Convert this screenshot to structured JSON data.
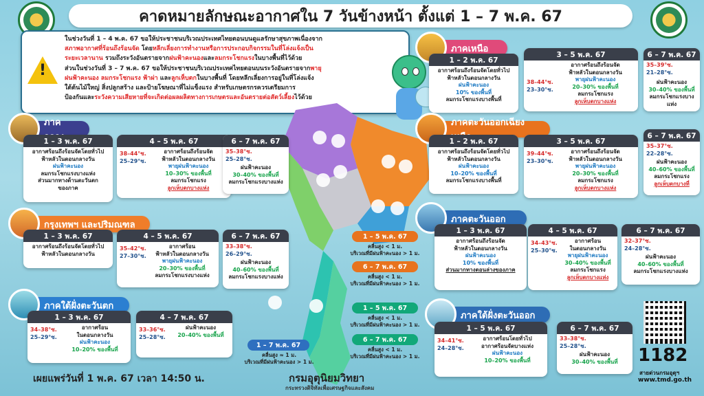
{
  "header": {
    "title": "คาดหมายลักษณะอากาศใน 7 วันข้างหน้า ตั้งแต่ 1 – 7 พ.ค. 67"
  },
  "warning": {
    "lines": [
      {
        "parts": [
          {
            "t": "ในช่วงวันที่ 1 – 4 พ.ค. 67 ขอให้ประชาชนบริเวณประเทศไทยตอนบนดูแลรักษาสุขภาพเนื่องจาก",
            "c": ""
          }
        ]
      },
      {
        "parts": [
          {
            "t": "สภาพอากาศที่ร้อนถึงร้อนจัด",
            "c": "red"
          },
          {
            "t": " โดย",
            "c": ""
          },
          {
            "t": "หลีกเลี่ยงการทำงานหรือการประกอบกิจกรรมในที่โล่งแจ้งเป็น",
            "c": "red"
          }
        ]
      },
      {
        "parts": [
          {
            "t": "ระยะเวลานาน",
            "c": "red"
          },
          {
            "t": " รวมถึงระวังอันตรายจาก",
            "c": ""
          },
          {
            "t": "ฝนฟ้าคะนอง",
            "c": "red"
          },
          {
            "t": "และ",
            "c": ""
          },
          {
            "t": "ลมกระโชกแรง",
            "c": "red"
          },
          {
            "t": "ในบางพื้นที่ไว้ด้วย",
            "c": ""
          }
        ]
      },
      {
        "parts": [
          {
            "t": "ส่วนในช่วงวันที่ 3 – 7 พ.ค. 67 ขอให้ประชาชนบริเวณประเทศไทยตอนบนระวังอันตรายจาก",
            "c": ""
          },
          {
            "t": "พายุ",
            "c": "red"
          }
        ]
      },
      {
        "parts": [
          {
            "t": "ฝนฟ้าคะนอง ลมกระโชกแรง ฟ้าผ่า",
            "c": "red"
          },
          {
            "t": " และ",
            "c": ""
          },
          {
            "t": "ลูกเห็บตก",
            "c": "red"
          },
          {
            "t": "ในบางพื้นที่ โดยหลีกเลี่ยงการอยู่ในที่โล่งแจ้ง",
            "c": ""
          }
        ]
      },
      {
        "parts": [
          {
            "t": "ใต้ต้นไม้ใหญ่ สิ่งปลูกสร้าง และป้ายโฆษณาที่ไม่แข็งแรง สำหรับเกษตรกรควรเตรียมการ",
            "c": ""
          }
        ]
      },
      {
        "parts": [
          {
            "t": "ป้องกันและ",
            "c": ""
          },
          {
            "t": "ระวังความเสียหายที่จะเกิดต่อผลผลิตทางการเกษตรและอันตรายต่อสัตว์เลี้ยง",
            "c": "red"
          },
          {
            "t": "ไว้ด้วย",
            "c": ""
          }
        ]
      }
    ]
  },
  "north": {
    "name": "ภาคเหนือ",
    "c1": {
      "period": "1 – 2 พ.ค. 67",
      "lines": [
        "อากาศร้อนถึงร้อนจัดโดยทั่วไป",
        "ฟ้าหลัวในตอนกลางวัน",
        "ฝนฟ้าคะนอง",
        "10% ของพื้นที่",
        "ลมกระโชกแรงบางพื้นที่"
      ]
    },
    "c2": {
      "period": "3 – 5 พ.ค. 67",
      "hot": "38–44°ซ.",
      "cold": "23–30°ซ.",
      "lines": [
        "อากาศร้อนถึงร้อนจัด",
        "ฟ้าหลัวในตอนกลางวัน",
        "พายุฝนฟ้าคะนอง",
        "20–30% ของพื้นที่",
        "ลมกระโชกแรง",
        "ลูกเห็บตกบางแห่ง"
      ]
    },
    "c3": {
      "period": "6 – 7 พ.ค. 67",
      "hot": "35–39°ซ.",
      "cold": "21–28°ซ.",
      "lines": [
        "ฝนฟ้าคะนอง",
        "30–40% ของพื้นที่",
        "ลมกระโชกแรงบางแห่ง"
      ]
    }
  },
  "northeast": {
    "name": "ภาคตะวันออกเฉียงเหนือ",
    "c1": {
      "period": "1 – 2 พ.ค. 67",
      "lines": [
        "อากาศร้อนถึงร้อนจัดโดยทั่วไป",
        "ฟ้าหลัวในตอนกลางวัน",
        "ฝนฟ้าคะนอง",
        "10–20% ของพื้นที่",
        "ลมกระโชกแรงบางพื้นที่"
      ]
    },
    "c2": {
      "period": "3 – 5 พ.ค. 67",
      "hot": "39–44°ซ.",
      "cold": "23–30°ซ.",
      "lines": [
        "อากาศร้อนถึงร้อนจัด",
        "ฟ้าหลัวในตอนกลางวัน",
        "พายุฝนฟ้าคะนอง",
        "20–30% ของพื้นที่",
        "ลมกระโชกแรง",
        "ลูกเห็บตกบางแห่ง"
      ]
    },
    "c3": {
      "period": "6 – 7 พ.ค. 67",
      "hot": "35–37°ซ.",
      "cold": "22–28°ซ.",
      "lines": [
        "ฝนฟ้าคะนอง",
        "40–60% ของพื้นที่",
        "ลมกระโชกแรง",
        "ลูกเห็บตกบางที่"
      ]
    }
  },
  "central": {
    "name": "ภาคกลาง",
    "c1": {
      "period": "1 – 3 พ.ค. 67",
      "lines": [
        "อากาศร้อนถึงร้อนจัดโดยทั่วไป",
        "ฟ้าหลัวในตอนกลางวัน",
        "ฝนฟ้าคะนอง",
        "ลมกระโชกแรงบางแห่ง",
        "ส่วนมากทางด้านตะวันตก",
        "ของภาค"
      ]
    },
    "c2": {
      "period": "4 – 5 พ.ค. 67",
      "hot": "38–44°ซ.",
      "cold": "25–29°ซ.",
      "lines": [
        "อากาศร้อนถึงร้อนจัด",
        "ฟ้าหลัวในตอนกลางวัน",
        "พายุฝนฟ้าคะนอง",
        "10–30% ของพื้นที่",
        "ลมกระโชกแรง",
        "ลูกเห็บตกบางแห่ง"
      ]
    },
    "c3": {
      "period": "6 – 7 พ.ค. 67",
      "hot": "35–38°ซ.",
      "cold": "25–28°ซ.",
      "lines": [
        "ฝนฟ้าคะนอง",
        "30–40% ของพื้นที่",
        "ลมกระโชกแรงบางแห่ง"
      ]
    }
  },
  "bangkok": {
    "name": "กรุงเทพฯ และปริมณฑล",
    "c1": {
      "period": "1 – 3 พ.ค. 67",
      "lines": [
        "อากาศร้อนถึงร้อนจัดโดยทั่วไป",
        "ฟ้าหลัวในตอนกลางวัน"
      ]
    },
    "c2": {
      "period": "4 – 5 พ.ค. 67",
      "hot": "35–42°ซ.",
      "cold": "27–30°ซ.",
      "lines": [
        "อากาศร้อน",
        "ฟ้าหลัวในตอนกลางวัน",
        "พายุฝนฟ้าคะนอง",
        "20–30% ของพื้นที่",
        "ลมกระโชกแรงบางแห่ง"
      ]
    },
    "c3": {
      "period": "6 – 7 พ.ค. 67",
      "hot": "33–38°ซ.",
      "cold": "26–29°ซ.",
      "lines": [
        "ฝนฟ้าคะนอง",
        "40–60% ของพื้นที่",
        "ลมกระโชกแรงบางแห่ง"
      ]
    }
  },
  "east": {
    "name": "ภาคตะวันออก",
    "c1": {
      "period": "1 – 3 พ.ค. 67",
      "lines": [
        "อากาศร้อนถึงร้อนจัด",
        "ฟ้าหลัวในตอนกลางวัน",
        "ฝนฟ้าคะนอง",
        "10% ของพื้นที่",
        "ส่วนมากทางตอนล่างของภาค"
      ]
    },
    "c2": {
      "period": "4 – 5 พ.ค. 67",
      "hot": "34–43°ซ.",
      "cold": "25–30°ซ.",
      "lines": [
        "อากาศร้อน",
        "ในตอนกลางวัน",
        "พายุฝนฟ้าคะนอง",
        "30–40% ของพื้นที่",
        "ลมกระโชกแรง",
        "ลูกเห็บตกบางแห่ง"
      ]
    },
    "c3": {
      "period": "6 – 7 พ.ค. 67",
      "hot": "32–37°ซ.",
      "cold": "24–28°ซ.",
      "lines": [
        "ฝนฟ้าคะนอง",
        "40–60% ของพื้นที่",
        "ลมกระโชกแรงบางแห่ง"
      ]
    }
  },
  "south_west": {
    "name": "ภาคใต้ฝั่งตะวันตก",
    "c1": {
      "period": "1 – 3 พ.ค. 67",
      "hot": "34–38°ซ.",
      "cold": "25–29°ซ.",
      "lines": [
        "อากาศร้อน",
        "ในตอนกลางวัน",
        "ฝนฟ้าคะนอง",
        "10–20% ของพื้นที่"
      ]
    },
    "c2": {
      "period": "4 – 7 พ.ค. 67",
      "hot": "33–36°ซ.",
      "cold": "25–28°ซ.",
      "lines": [
        "ฝนฟ้าคะนอง",
        "20–40% ของพื้นที่"
      ]
    }
  },
  "south_east": {
    "name": "ภาคใต้ฝั่งตะวันออก",
    "c1": {
      "period": "1 – 5 พ.ค. 67",
      "hot": "34–41°ซ.",
      "cold": "24–28°ซ.",
      "lines": [
        "อากาศร้อนโดยทั่วไป",
        "อากาศร้อนจัดบางแห่ง",
        "ฝนฟ้าคะนอง",
        "10–20% ของพื้นที่"
      ]
    },
    "c2": {
      "period": "6 – 7 พ.ค. 67",
      "hot": "33–38°ซ.",
      "cold": "25–28°ซ.",
      "lines": [
        "ฝนฟ้าคะนอง",
        "30–40% ของพื้นที่"
      ]
    }
  },
  "sea": {
    "upper_gulf_a": {
      "period": "1 – 5 พ.ค. 67",
      "l1": "คลื่นสูง < 1 ม.",
      "l2": "บริเวณที่มีฝนฟ้าคะนอง > 1 ม."
    },
    "upper_gulf_b": {
      "period": "6 – 7 พ.ค. 67",
      "l1": "คลื่นสูง < 1 ม.",
      "l2": "บริเวณที่มีฝนฟ้าคะนอง > 1 ม."
    },
    "lower_gulf_a": {
      "period": "1 – 5 พ.ค. 67",
      "l1": "คลื่นสูง < 1 ม.",
      "l2": "บริเวณที่มีฝนฟ้าคะนอง > 1 ม."
    },
    "lower_gulf_b": {
      "period": "6 – 7 พ.ค. 67",
      "l1": "คลื่นสูง < 1 ม.",
      "l2": "บริเวณที่มีฝนฟ้าคะนอง > 1 ม."
    },
    "andaman": {
      "period": "1 – 7 พ.ค. 67",
      "l1": "คลื่นสูง ≈ 1 ม.",
      "l2": "บริเวณที่มีฝนฟ้าคะนอง > 1 ม."
    }
  },
  "footer": {
    "published": "เผยแพร่วันที่ 1 พ.ค. 67 เวลา 14:50 น.",
    "dept": "กรมอุตุนิยมวิทยา",
    "ministry": "กระทรวงดิจิทัลเพื่อเศรษฐกิจและสังคม",
    "hotline": "1182",
    "hotline_label": "สายด่วนกรมอุตุฯ",
    "website": "www.tmd.go.th"
  },
  "colors": {
    "north": "#e04a7a",
    "northeast": "#e8731e",
    "central": "#3b3f8f",
    "bangkok": "#ef7d2a",
    "east": "#2e6db5",
    "south_west": "#2b7fd1",
    "south_east": "#2e6db5",
    "sea_green": "#12a879",
    "sea_orange": "#e8731e",
    "sea_blue": "#2f6fbf"
  }
}
